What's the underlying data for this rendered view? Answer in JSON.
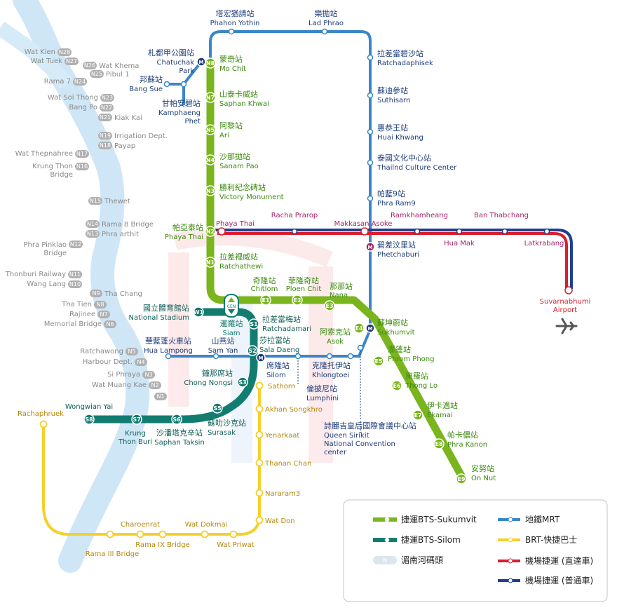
{
  "colors": {
    "sukhumvit": "#7ab51d",
    "silom": "#137c70",
    "mrt": "#3b86c8",
    "brt": "#f5d02b",
    "arl_express": "#d91e2e",
    "arl_city": "#1f3f8f",
    "river": "#c5e2f5",
    "pier": "#b0b0b0",
    "text_green": "#3c8a0e",
    "text_teal": "#0f5f57",
    "text_blue": "#1e3d7a",
    "text_magenta": "#a1246d",
    "text_brt": "#b4880c",
    "text_pier": "#8a8a8a"
  },
  "stations": {
    "sukhumvit": [
      {
        "code": "N8",
        "cn": "蒙奇站",
        "en": "Mo Chit"
      },
      {
        "code": "N7",
        "cn": "山泰卡威站",
        "en": "Saphan Khwai"
      },
      {
        "code": "N5",
        "cn": "阿黎站",
        "en": "Ari"
      },
      {
        "code": "N4",
        "cn": "沙那拋站",
        "en": "Sanam Pao"
      },
      {
        "code": "N3",
        "cn": "勝利紀念碑站",
        "en": "Victory Monument"
      },
      {
        "code": "N2",
        "cn": "帕亞泰站",
        "en": "Phaya Thai"
      },
      {
        "code": "N1",
        "cn": "拉差裡威站",
        "en": "Ratchathewi"
      },
      {
        "code": "E1",
        "cn": "奇隆站",
        "en": "Chitlom"
      },
      {
        "code": "E2",
        "cn": "菲隆奇站",
        "en": "Ploen Chit"
      },
      {
        "code": "E3",
        "cn": "那那站",
        "en": "Nana"
      },
      {
        "code": "E4",
        "cn": "蘇坤蔚站",
        "en": "Sukhumvit"
      },
      {
        "code": "E5",
        "cn": "澎蓬站",
        "en": "Phrom Phong"
      },
      {
        "code": "E6",
        "cn": "東羅站",
        "en": "Thong Lo"
      },
      {
        "code": "E7",
        "cn": "伊卡邁站",
        "en": "Ekamai"
      },
      {
        "code": "E8",
        "cn": "帕卡儂站",
        "en": "Phra Kanon"
      },
      {
        "code": "E9",
        "cn": "安努站",
        "en": "On Nut"
      }
    ],
    "siam": {
      "code": "CEN",
      "cn": "暹羅站",
      "en": "Siam"
    },
    "silom": [
      {
        "code": "W1",
        "cn": "國立體育館站",
        "en": "National Stadium"
      },
      {
        "code": "S1",
        "cn": "拉差當梅站",
        "en": "Ratchadamari"
      },
      {
        "code": "S2",
        "cn": "莎拉當站",
        "en": "Sala Daeng"
      },
      {
        "code": "S3",
        "cn": "鐘那席站",
        "en": "Chong Nongsi"
      },
      {
        "code": "S5",
        "cn": "蘇叻沙克站",
        "en": "Surasak"
      },
      {
        "code": "S6",
        "cn": "沙潘塔克辛站",
        "en": "Saphan Taksin"
      },
      {
        "code": "S7",
        "cn": "",
        "en_1": "Krung",
        "en_2": "Thon Buri"
      },
      {
        "code": "S8",
        "cn": "",
        "en": "Wongwian Yai"
      }
    ],
    "mrt": {
      "chatuchak": {
        "cn": "札都甲公園站",
        "en_1": "Chatuchak",
        "en_2": "Park"
      },
      "bang_sue": {
        "cn": "邦蘇站",
        "en": "Bang Sue"
      },
      "kamphaeng": {
        "cn": "甘帕安碧站",
        "en_1": "Kamphaeng",
        "en_2": "Phet"
      },
      "phahon": {
        "cn": "塔宏猶請站",
        "en": "Phahon Yothin"
      },
      "ladphrao": {
        "cn": "樂拋站",
        "en": "Lad Phrao"
      },
      "ratchada": {
        "cn": "拉差當碧沙站",
        "en": "Ratchadaphisek"
      },
      "suthisarn": {
        "cn": "蘇迪參站",
        "en": "Suthisarn"
      },
      "huaikhwang": {
        "cn": "惠恭王站",
        "en": "Huai Khwang"
      },
      "culture": {
        "cn": "泰國文化中心站",
        "en": "Thailnd Culture Center"
      },
      "rama9": {
        "cn": "帕藍9站",
        "en": "Phra Ram9"
      },
      "phetchaburi": {
        "cn": "碧差汶里站",
        "en": "Phetchaburi"
      },
      "hualampong": {
        "cn": "華藍蓬火車站",
        "en": "Hua Lampong"
      },
      "samyan": {
        "cn": "山燕站",
        "en": "Sam Yan"
      },
      "silom": {
        "cn": "席隆站",
        "en": "Silom"
      },
      "lumphini": {
        "cn": "倫披尼站",
        "en": "Lumphini"
      },
      "khlongtoei": {
        "cn": "克隆托伊站",
        "en": "Khlongtoei"
      },
      "qsncc": {
        "cn": "詩麗吉皇后國際會議中心站",
        "en_1": "Queen Sirikit",
        "en_2": "National Convention",
        "en_3": "center"
      }
    },
    "arl": {
      "rachaprarop": "Racha Prarop",
      "makkasan": "Makkasan Asoke",
      "ramkhamheang": "Ramkhamheang",
      "huamak": "Hua Mak",
      "banthabchang": "Ban Thabchang",
      "latkrabang": "Latkrabang",
      "airport_1": "Suvarnabhumi",
      "airport_2": "Airport",
      "phayathai": "Phaya Thai",
      "asok": "Asok",
      "cn_asok": "阿索克站"
    },
    "brt": {
      "sathorn": "Sathorn",
      "akhan": "Akhan Songkhro",
      "yenarkaat": "Yenarkaat",
      "thanan": "Thanan Chan",
      "nararam3": "Nararam3",
      "watdon": "Wat Don",
      "watpriwat": "Wat Priwat",
      "watdokmai": "Wat Dokmai",
      "rama9bridge": "Rama IX Bridge",
      "charoenrat": "Charoenrat",
      "rama3bridge": "Rama III Bridge",
      "rachaphruek": "Rachaphruek"
    },
    "piers": [
      {
        "code": "N28",
        "name": "Wat Kien"
      },
      {
        "code": "N27",
        "name": "Wat Tuek"
      },
      {
        "code": "N26",
        "name": "Wat Khema"
      },
      {
        "code": "N25",
        "name": "Pibul 1"
      },
      {
        "code": "N24",
        "name": "Rama 7"
      },
      {
        "code": "N23",
        "name": "Wat Soi Thong"
      },
      {
        "code": "N22",
        "name": "Bang Po"
      },
      {
        "code": "N21",
        "name": "Kiak Kai"
      },
      {
        "code": "N19",
        "name": "Irrigation Dept."
      },
      {
        "code": "N18",
        "name": "Payap"
      },
      {
        "code": "N17",
        "name": "Wat Thepnahree"
      },
      {
        "code": "N16",
        "name_1": "Krung Thon",
        "name_2": "Bridge"
      },
      {
        "code": "N15",
        "name": "Thewet"
      },
      {
        "code": "N14",
        "name": "Rama 8 Bridge"
      },
      {
        "code": "N13",
        "name": "Phra arthit"
      },
      {
        "code": "N12",
        "name_1": "Phra Pinklao",
        "name_2": "Bridge"
      },
      {
        "code": "N11",
        "name": "Thonburi Railway"
      },
      {
        "code": "N10",
        "name": "Wang Lang"
      },
      {
        "code": "N9",
        "name": "Tha Chang"
      },
      {
        "code": "N8",
        "name": "Tha Tien"
      },
      {
        "code": "N7",
        "name": "Rajinee"
      },
      {
        "code": "N6",
        "name": "Memorial Bridge"
      },
      {
        "code": "N5",
        "name": "Ratchawong"
      },
      {
        "code": "N4",
        "name": "Harbour Dept."
      },
      {
        "code": "N3",
        "name": "Si Phraya"
      },
      {
        "code": "N2",
        "name": "Wat Muang Kae"
      },
      {
        "code": "N1",
        "name": ""
      }
    ]
  },
  "legend": {
    "items": [
      {
        "label": "捷運BTS-Sukumvit"
      },
      {
        "label": "地鐵MRT"
      },
      {
        "label": "捷運BTS-Silom"
      },
      {
        "label": "BRT-快捷巴士"
      },
      {
        "label": "湄南河碼頭",
        "code": "N"
      },
      {
        "label": "機場捷運 (直達車)"
      },
      {
        "label": "機場捷運 (普通車)"
      }
    ]
  },
  "map_labels": {
    "m_icon": "M",
    "a_icon": "A"
  }
}
